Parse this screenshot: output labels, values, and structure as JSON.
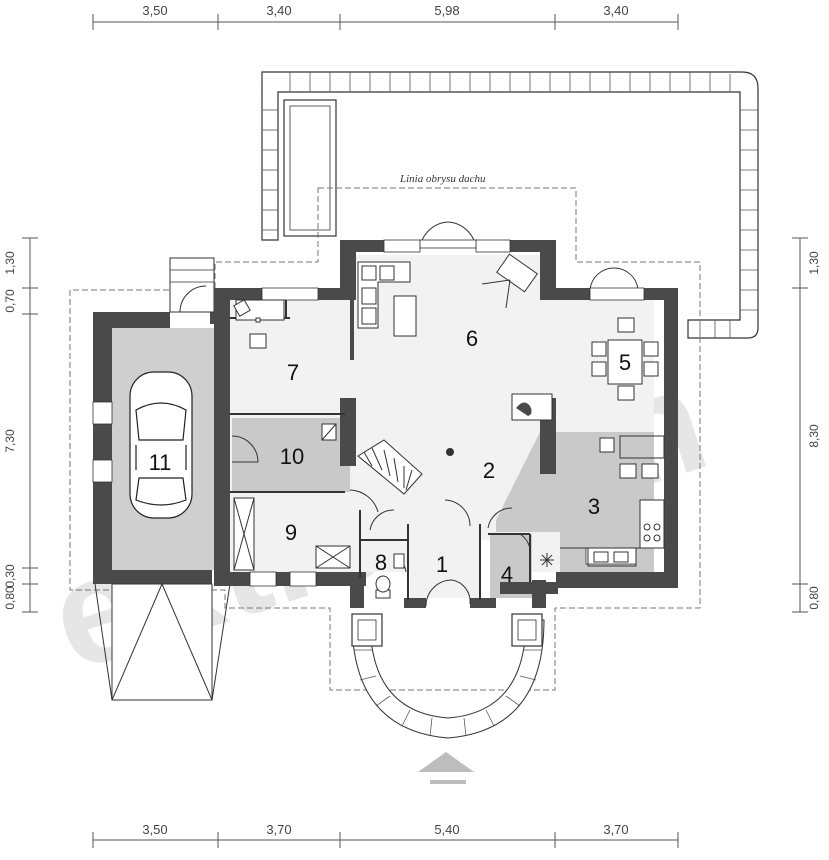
{
  "dimensions": {
    "top": [
      "3,50",
      "3,40",
      "5,98",
      "3,40"
    ],
    "bottom": [
      "3,50",
      "3,70",
      "5,40",
      "3,70"
    ],
    "left": [
      "1,30",
      "0,70",
      "7,30",
      "0,30",
      "0,80"
    ],
    "right": [
      "1,30",
      "8,30",
      "0,80"
    ]
  },
  "roof_outline_label": "Linia obrysu dachu",
  "watermark": "extradom",
  "rooms": [
    {
      "number": "1"
    },
    {
      "number": "2"
    },
    {
      "number": "3"
    },
    {
      "number": "4"
    },
    {
      "number": "5"
    },
    {
      "number": "6"
    },
    {
      "number": "7"
    },
    {
      "number": "8"
    },
    {
      "number": "9"
    },
    {
      "number": "10"
    },
    {
      "number": "11"
    }
  ],
  "colors": {
    "wall": "#4a4a4a",
    "gray_floor": "#c9c9c9",
    "light_floor": "#f0f0f0",
    "line": "#333333"
  }
}
